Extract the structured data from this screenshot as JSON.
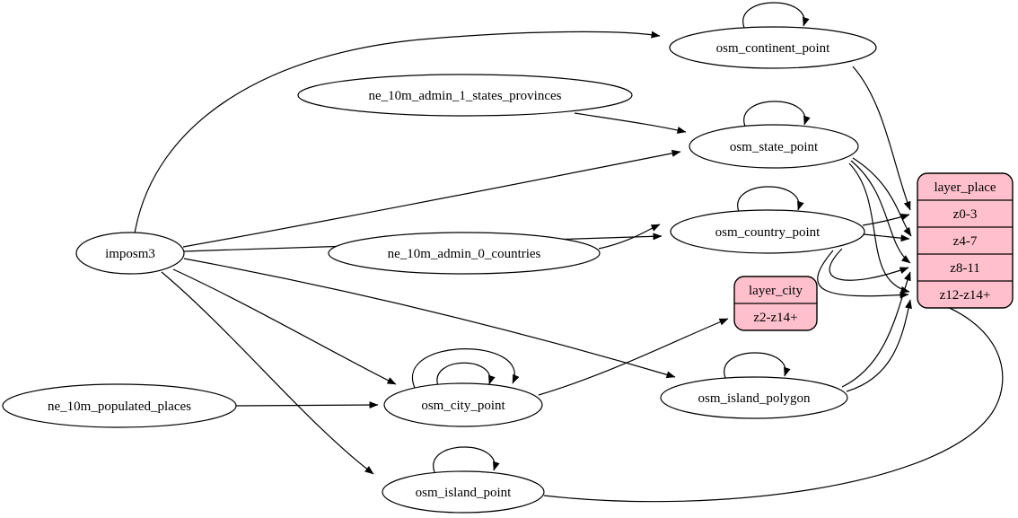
{
  "diagram": {
    "kind": "etl-dependency-graph",
    "colors": {
      "background": "#ffffff",
      "table_node_fill": "#ffffff",
      "layer_node_fill": "#ffc0cb",
      "stroke": "#000000"
    },
    "nodes": {
      "imposm3": {
        "label": "imposm3"
      },
      "ne_states": {
        "label": "ne_10m_admin_1_states_provinces"
      },
      "ne_countries": {
        "label": "ne_10m_admin_0_countries"
      },
      "ne_places": {
        "label": "ne_10m_populated_places"
      },
      "continent": {
        "label": "osm_continent_point"
      },
      "state": {
        "label": "osm_state_point"
      },
      "country": {
        "label": "osm_country_point"
      },
      "city": {
        "label": "osm_city_point"
      },
      "island_polygon": {
        "label": "osm_island_polygon"
      },
      "island_point": {
        "label": "osm_island_point"
      }
    },
    "layers": {
      "place": {
        "title": "layer_place",
        "rows": [
          "z0-3",
          "z4-7",
          "z8-11",
          "z12-z14+"
        ]
      },
      "city": {
        "title": "layer_city",
        "rows": [
          "z2-z14+"
        ]
      }
    },
    "edges": [
      {
        "from": "imposm3",
        "to": "osm_continent_point"
      },
      {
        "from": "imposm3",
        "to": "osm_state_point"
      },
      {
        "from": "imposm3",
        "to": "osm_country_point"
      },
      {
        "from": "imposm3",
        "to": "osm_city_point"
      },
      {
        "from": "imposm3",
        "to": "osm_island_polygon"
      },
      {
        "from": "imposm3",
        "to": "osm_island_point"
      },
      {
        "from": "ne_10m_admin_1_states_provinces",
        "to": "osm_state_point"
      },
      {
        "from": "ne_10m_admin_0_countries",
        "to": "osm_country_point"
      },
      {
        "from": "ne_10m_populated_places",
        "to": "osm_city_point"
      },
      {
        "from": "osm_continent_point",
        "to": "layer_place:z0-3"
      },
      {
        "from": "osm_state_point",
        "to": "layer_place:z4-7"
      },
      {
        "from": "osm_state_point",
        "to": "layer_place:z8-11"
      },
      {
        "from": "osm_state_point",
        "to": "layer_place:z12-z14+"
      },
      {
        "from": "osm_country_point",
        "to": "layer_place:z0-3"
      },
      {
        "from": "osm_country_point",
        "to": "layer_place:z4-7"
      },
      {
        "from": "osm_country_point",
        "to": "layer_place:z8-11"
      },
      {
        "from": "osm_country_point",
        "to": "layer_place:z12-z14+"
      },
      {
        "from": "osm_island_polygon",
        "to": "layer_place:z8-11"
      },
      {
        "from": "osm_island_polygon",
        "to": "layer_place:z12-z14+"
      },
      {
        "from": "osm_island_point",
        "to": "layer_place:z12-z14+"
      },
      {
        "from": "osm_city_point",
        "to": "layer_city:z2-z14+"
      }
    ],
    "self_loops": [
      "osm_continent_point",
      "osm_state_point",
      "osm_country_point",
      "osm_city_point",
      "osm_city_point",
      "osm_island_polygon",
      "osm_island_point"
    ]
  }
}
